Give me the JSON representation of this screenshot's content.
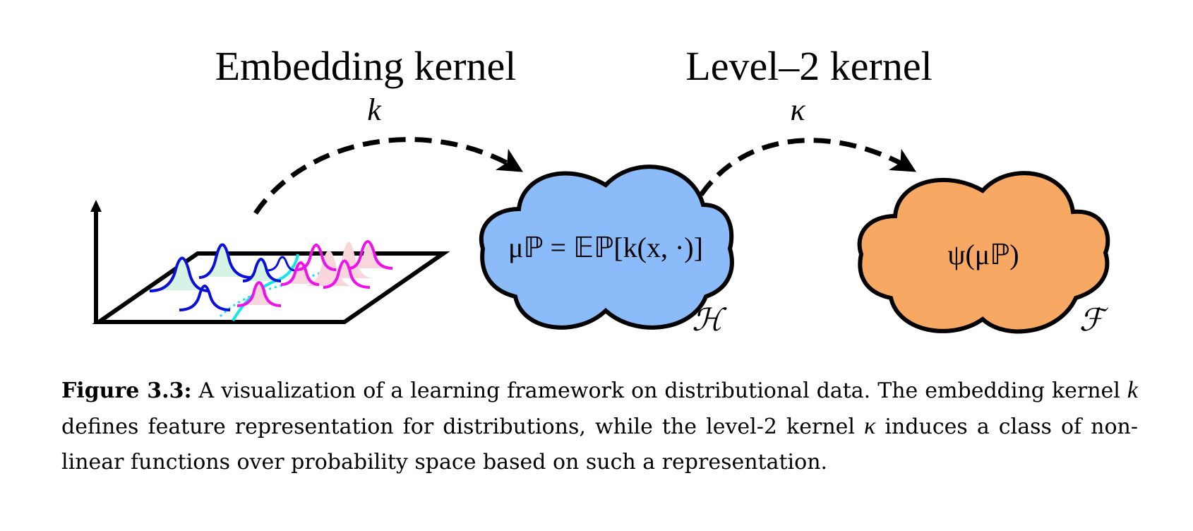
{
  "diagram": {
    "embedding_title": "Embedding kernel",
    "level2_title": "Level–2 kernel",
    "k_symbol": "k",
    "kappa_symbol": "κ",
    "h_formula": "μℙ = 𝔼ℙ[k(x, ·)]",
    "h_space_label": "ℋ",
    "f_formula": "ψ(μℙ)",
    "f_space_label": "ℱ",
    "colors": {
      "blue_cloud": "#8bbcf9",
      "orange_cloud": "#f7a862",
      "blue_curve": "#0a10d8",
      "magenta_curve": "#ee12e8",
      "cyan_curve": "#11e6ea",
      "mint_fill": "#d6f4e6",
      "pink_fill": "#f8d6dc"
    }
  },
  "caption": {
    "label": "Figure 3.3:",
    "text_1": " A visualization of a learning framework on distributional data. The embedding kernel ",
    "k": "k",
    "text_2": " defines feature representation for distributions, while the level-2 kernel ",
    "kappa": "κ",
    "text_3": " induces a class of non-linear functions over probability space based on such a representation."
  }
}
